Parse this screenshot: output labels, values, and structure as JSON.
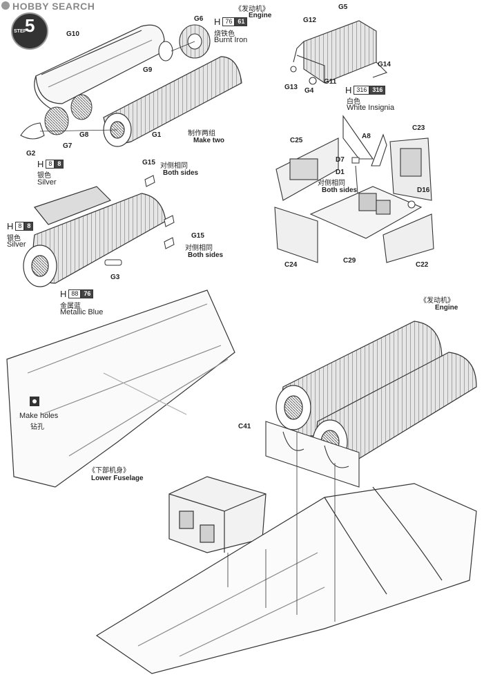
{
  "header": {
    "logo_text": "HOBBY SEARCH",
    "step_word": "STEP",
    "step_number": "5"
  },
  "parts": {
    "g10": "G10",
    "g6": "G6",
    "g9": "G9",
    "g8": "G8",
    "g7": "G7",
    "g2": "G2",
    "g1": "G1",
    "g5": "G5",
    "g12": "G12",
    "g14": "G14",
    "g13": "G13",
    "g4": "G4",
    "g11": "G11",
    "g15a": "G15",
    "g15b": "G15",
    "g3": "G3",
    "c25": "C25",
    "a8": "A8",
    "c23": "C23",
    "d7": "D7",
    "d1": "D1",
    "d16": "D16",
    "c24": "C24",
    "c29": "C29",
    "c22": "C22",
    "c41": "C41"
  },
  "notes": {
    "engine1_cn": "《发动机》",
    "engine1_en": "Engine",
    "make_two_cn": "制作两组",
    "make_two_en": "Make two",
    "both_sides1_cn": "对侧相同",
    "both_sides1_en": "Both sides",
    "both_sides2_cn": "对侧相同",
    "both_sides2_en": "Both sides",
    "both_sides3_cn": "对侧相同",
    "both_sides3_en": "Both sides",
    "engine2_cn": "《发动机》",
    "engine2_en": "Engine",
    "make_holes_en": "Make holes",
    "make_holes_cn": "钻孔",
    "lower_fuselage_cn": "《下部机身》",
    "lower_fuselage_en": "Lower Fuselage"
  },
  "paints": {
    "burnt_iron": {
      "h": "H",
      "code1": "76",
      "code2": "61",
      "name_cn": "烧铁色",
      "name_en": "Burnt Iron"
    },
    "white_insignia": {
      "h": "H",
      "code1": "316",
      "code2": "316",
      "name_cn": "白色",
      "name_en": "White Insignia"
    },
    "silver1": {
      "h": "H",
      "code1": "8",
      "code2": "8",
      "name_cn": "银色",
      "name_en": "Silver"
    },
    "silver2": {
      "h": "H",
      "code1": "8",
      "code2": "8",
      "name_cn": "银色",
      "name_en": "Silver"
    },
    "metallic_blue": {
      "h": "H",
      "code1": "88",
      "code2": "76",
      "name_cn": "金属蓝",
      "name_en": "Metallic Blue"
    }
  },
  "colors": {
    "line": "#333333",
    "paper": "#ffffff",
    "shade": "#bdbdbd"
  }
}
